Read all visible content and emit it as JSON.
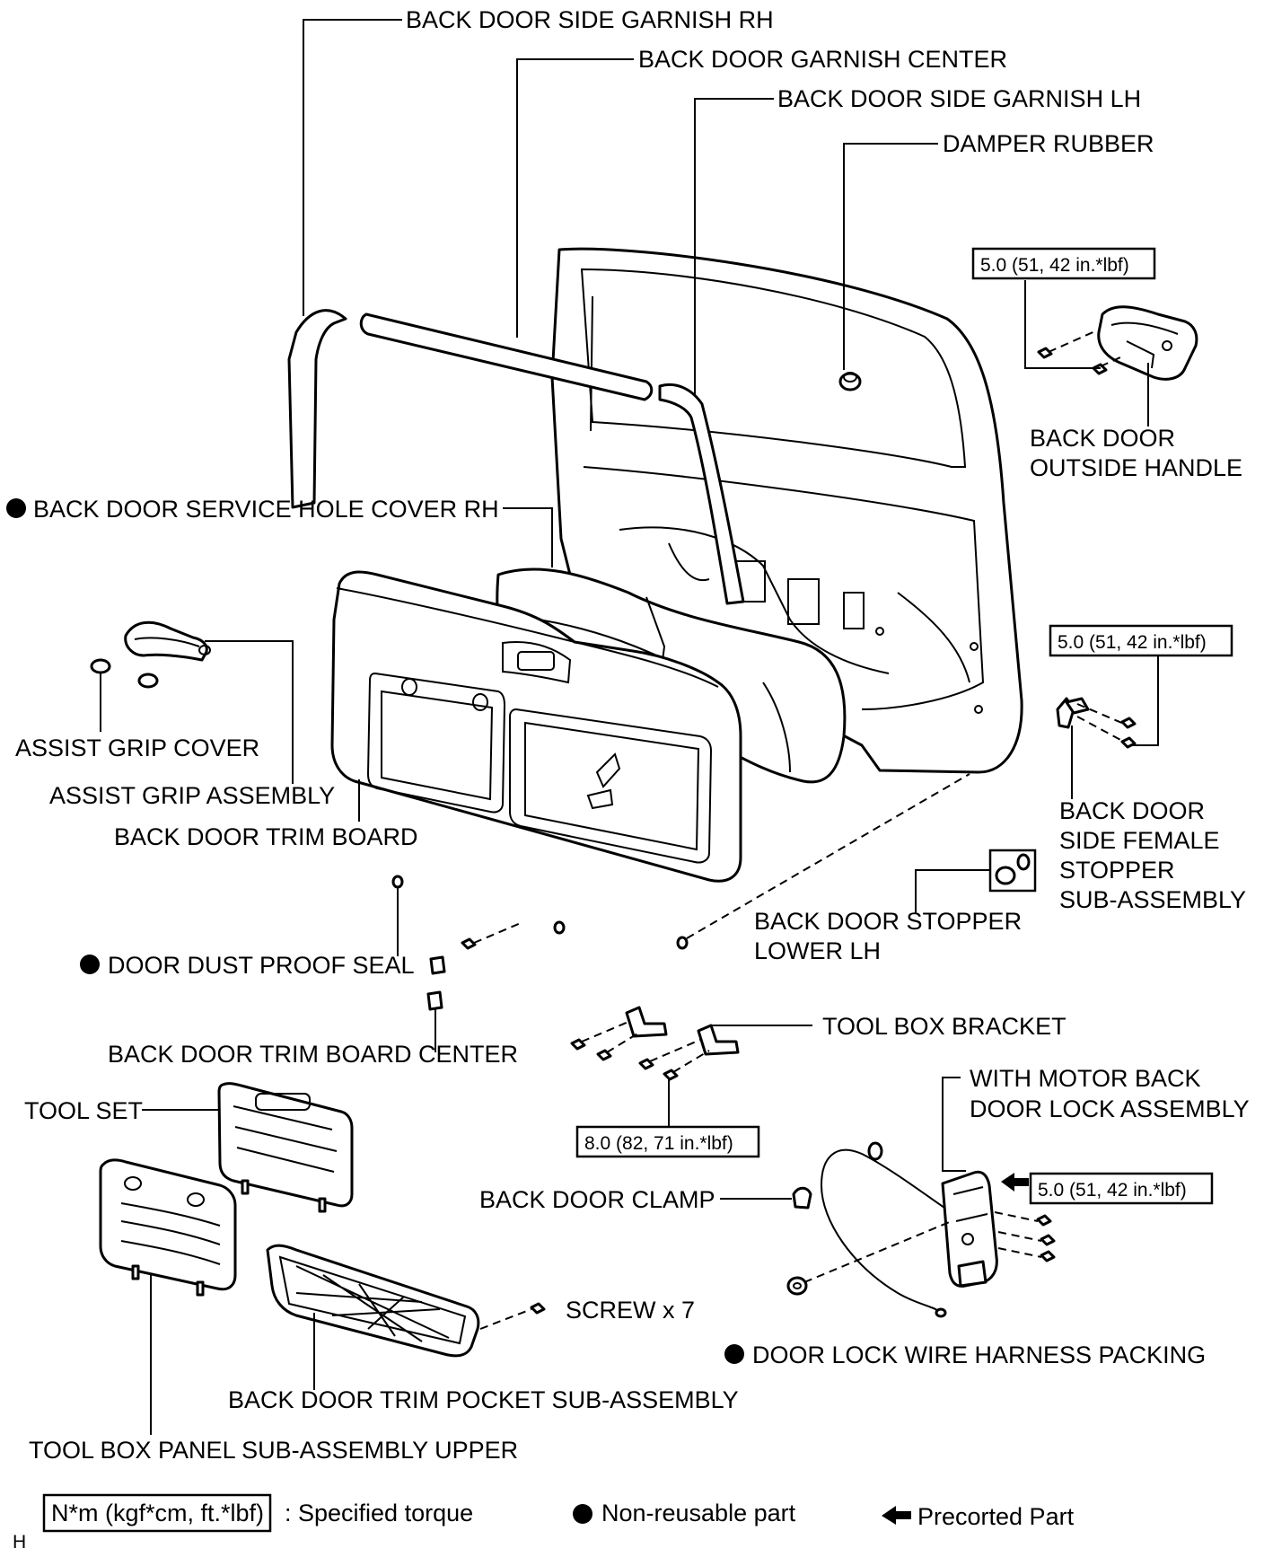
{
  "labels": {
    "back_door_side_garnish_rh": "BACK DOOR SIDE GARNISH RH",
    "back_door_garnish_center": "BACK DOOR GARNISH CENTER",
    "back_door_side_garnish_lh": "BACK DOOR SIDE GARNISH LH",
    "damper_rubber": "DAMPER RUBBER",
    "back_door_outside_handle_line1": "BACK DOOR",
    "back_door_outside_handle_line2": "OUTSIDE HANDLE",
    "back_door_service_hole_cover_rh": "BACK DOOR SERVICE HOLE COVER RH",
    "assist_grip_cover": "ASSIST GRIP COVER",
    "assist_grip_assembly": "ASSIST GRIP ASSEMBLY",
    "back_door_trim_board": "BACK DOOR TRIM BOARD",
    "back_door_side_female_stopper_line1": "BACK DOOR",
    "back_door_side_female_stopper_line2": "SIDE FEMALE",
    "back_door_side_female_stopper_line3": "STOPPER",
    "back_door_side_female_stopper_line4": "SUB-ASSEMBLY",
    "back_door_stopper_lower_lh_line1": "BACK DOOR STOPPER",
    "back_door_stopper_lower_lh_line2": "LOWER LH",
    "door_dust_proof_seal": "DOOR DUST PROOF SEAL",
    "back_door_trim_board_center": "BACK DOOR TRIM BOARD CENTER",
    "tool_box_bracket": "TOOL BOX BRACKET",
    "tool_set": "TOOL SET",
    "with_motor_back_door_lock_line1": "WITH MOTOR BACK",
    "with_motor_back_door_lock_line2": "DOOR LOCK ASSEMBLY",
    "back_door_clamp": "BACK DOOR CLAMP",
    "screw_x7": "SCREW x 7",
    "door_lock_wire_harness_packing": "DOOR LOCK WIRE HARNESS PACKING",
    "back_door_trim_pocket": "BACK DOOR TRIM POCKET SUB-ASSEMBLY",
    "tool_box_panel_upper": "TOOL BOX PANEL SUB-ASSEMBLY UPPER"
  },
  "torques": {
    "outside_handle": "5.0 (51, 42 in.*lbf)",
    "female_stopper": "5.0 (51, 42 in.*lbf)",
    "tool_box_bracket": "8.0 (82, 71 in.*lbf)",
    "door_lock": "5.0 (51, 42 in.*lbf)"
  },
  "legend": {
    "torque_unit": "N*m (kgf*cm, ft.*lbf)",
    "torque_desc": ": Specified torque",
    "non_reusable": "Non-reusable part",
    "precoated": "Precorted Part"
  },
  "corner_mark": "H"
}
